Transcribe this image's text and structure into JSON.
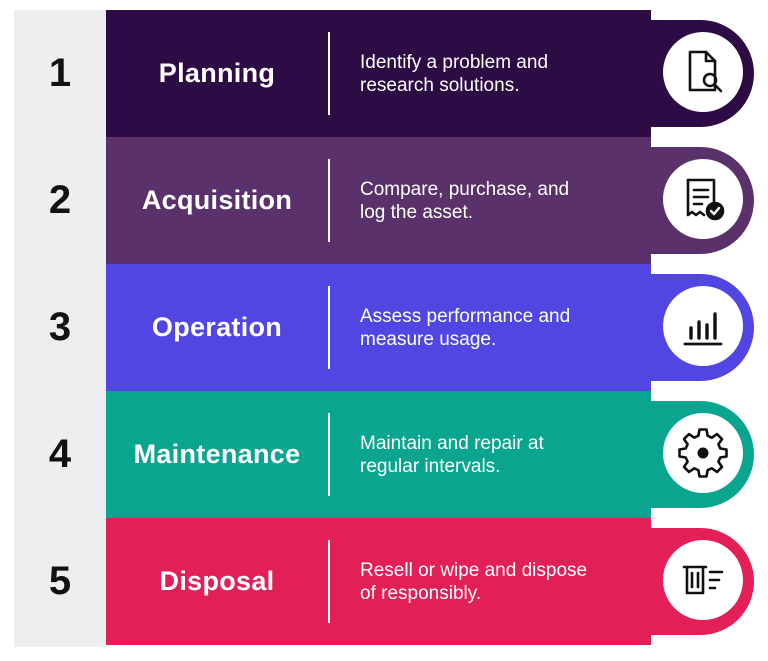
{
  "stages": [
    {
      "number": "1",
      "name": "Planning",
      "description_lines": [
        "Identify a problem and",
        "research solutions."
      ],
      "color": "#2d0b45",
      "icon": "document-search-icon"
    },
    {
      "number": "2",
      "name": "Acquisition",
      "description_lines": [
        "Compare, purchase, and",
        "log the asset."
      ],
      "color": "#5a316b",
      "icon": "receipt-check-icon"
    },
    {
      "number": "3",
      "name": "Operation",
      "description_lines": [
        "Assess performance and",
        "measure usage."
      ],
      "color": "#5246e3",
      "icon": "bar-chart-icon"
    },
    {
      "number": "4",
      "name": "Maintenance",
      "description_lines": [
        "Maintain and repair at",
        "regular intervals."
      ],
      "color": "#0aa58f",
      "icon": "gear-icon"
    },
    {
      "number": "5",
      "name": "Disposal",
      "description_lines": [
        "Resell or wipe and dispose",
        "of responsibly."
      ],
      "color": "#e21f56",
      "icon": "trash-list-icon"
    }
  ]
}
